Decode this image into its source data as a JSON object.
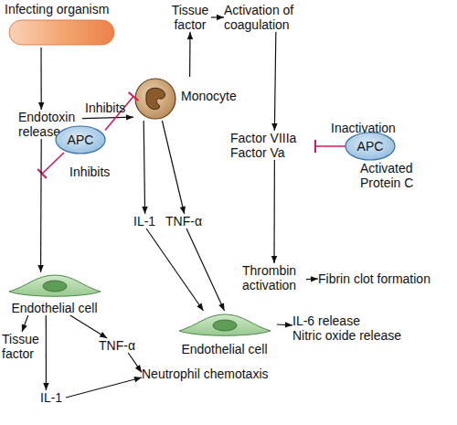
{
  "diagram": {
    "nodes": [
      {
        "text": [
          "Infecting organism"
        ]
      },
      {
        "text": [
          "Tissue factor"
        ]
      },
      {
        "text": [
          "Activation of coagulation"
        ]
      },
      {
        "text": [
          "Endotoxin release"
        ]
      },
      {
        "text": [
          "Monocyte"
        ]
      },
      {
        "text": [
          "APC"
        ]
      },
      {
        "text": [
          "Factor VIIIa",
          "Factor Va"
        ]
      },
      {
        "text": [
          "APC",
          "Activated Protein C"
        ]
      },
      {
        "text": [
          "IL-1"
        ]
      },
      {
        "text": [
          "TNF-α"
        ]
      },
      {
        "text": [
          "Thrombin activation"
        ]
      },
      {
        "text": [
          "Fibrin clot formation"
        ]
      },
      {
        "text": [
          "Endothelial cell"
        ]
      },
      {
        "text": [
          "Endothelial cell"
        ]
      },
      {
        "text": [
          "IL-6 release",
          "Nitric oxide release"
        ]
      },
      {
        "text": [
          "Tissue factor"
        ]
      },
      {
        "text": [
          "TNF-α"
        ]
      },
      {
        "text": [
          "IL-1"
        ]
      },
      {
        "text": [
          "Neutrophil chemotaxis"
        ]
      }
    ],
    "edges": [
      {
        "from": 0,
        "to": 3,
        "arrow": "to"
      },
      {
        "from": 3,
        "to": 4,
        "arrow": "to"
      },
      {
        "from": 3,
        "to": 12,
        "arrow": "to"
      },
      {
        "from": 4,
        "to": 1,
        "arrow": "to"
      },
      {
        "from": 1,
        "to": 2,
        "arrow": "to"
      },
      {
        "from": 2,
        "to": 6,
        "arrow": "to"
      },
      {
        "from": 7,
        "to": 6,
        "label": "Inactivation",
        "arrow": "to"
      },
      {
        "from": 5,
        "to": 4,
        "label": "Inhibits",
        "arrow": "to"
      },
      {
        "from": 4,
        "to": 8,
        "arrow": "to"
      },
      {
        "from": 4,
        "to": 9,
        "arrow": "to"
      },
      {
        "from": 6,
        "to": 10,
        "arrow": "to"
      },
      {
        "from": 10,
        "to": 11,
        "arrow": "to"
      },
      {
        "from": 8,
        "to": 13,
        "arrow": "to"
      },
      {
        "from": 9,
        "to": 13,
        "arrow": "to"
      },
      {
        "from": 13,
        "to": 14,
        "arrow": "to"
      },
      {
        "from": 12,
        "to": 15,
        "arrow": "to"
      },
      {
        "from": 12,
        "to": 16,
        "arrow": "to"
      },
      {
        "from": 12,
        "to": 17,
        "arrow": "to"
      },
      {
        "from": 16,
        "to": 18,
        "arrow": "to"
      },
      {
        "from": 17,
        "to": 18,
        "arrow": "to"
      }
    ],
    "labels": [
      "Inhibits"
    ]
  }
}
